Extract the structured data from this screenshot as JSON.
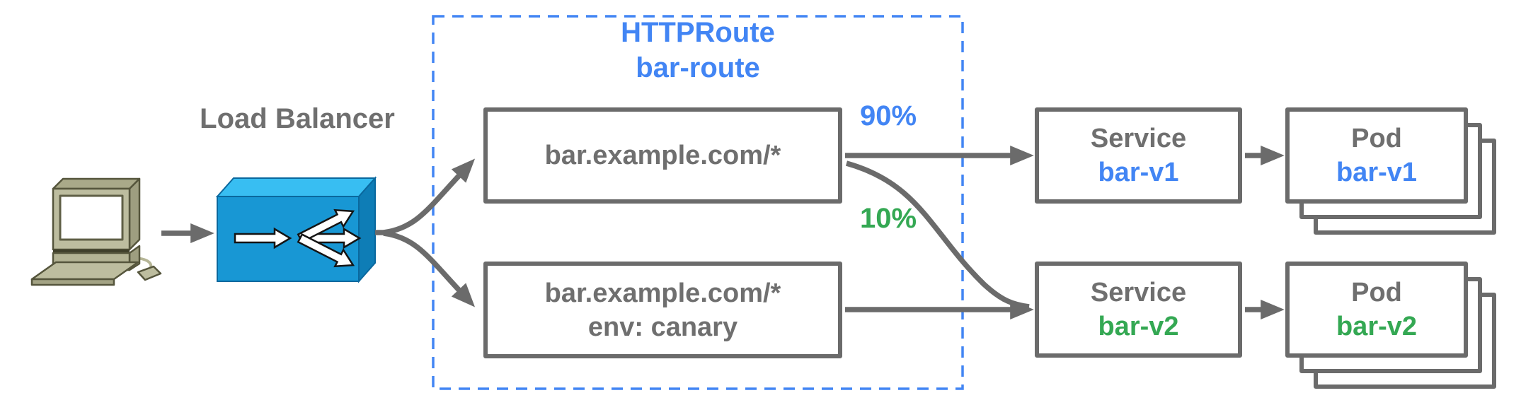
{
  "client": {
    "icon": "computer-icon"
  },
  "load_balancer": {
    "label": "Load Balancer",
    "icon": "load-balancer-icon"
  },
  "http_route": {
    "kind": "HTTPRoute",
    "name": "bar-route",
    "rule1": {
      "match": "bar.example.com/*"
    },
    "rule2": {
      "match": "bar.example.com/*",
      "header_match": "env: canary"
    }
  },
  "traffic_split": {
    "v1_weight": "90%",
    "v2_weight": "10%"
  },
  "service_v1": {
    "kind": "Service",
    "name": "bar-v1"
  },
  "service_v2": {
    "kind": "Service",
    "name": "bar-v2"
  },
  "pod_v1": {
    "kind": "Pod",
    "name": "bar-v1"
  },
  "pod_v2": {
    "kind": "Pod",
    "name": "bar-v2"
  },
  "colors": {
    "accent_blue": "#4285f4",
    "accent_green": "#34a853",
    "line_gray": "#6b6b6b",
    "text_gray": "#6f6f6f",
    "lb_front": "#1897d4",
    "lb_top": "#38bef2",
    "lb_side": "#0e7db6",
    "computer_body": "#bdbd9f"
  }
}
